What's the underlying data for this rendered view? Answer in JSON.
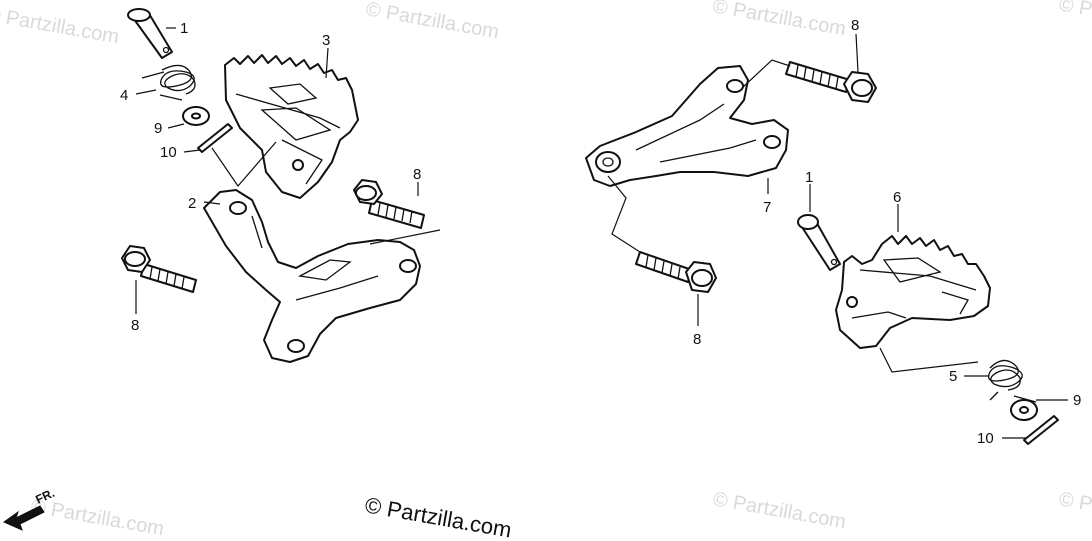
{
  "watermark": "© Partzilla.com",
  "copyright": "© Partzilla.com",
  "direction_label": "FR.",
  "callouts": {
    "c1a": "1",
    "c1b": "1",
    "c2": "2",
    "c3": "3",
    "c4": "4",
    "c5": "5",
    "c6": "6",
    "c7": "7",
    "c8a": "8",
    "c8b": "8",
    "c8c": "8",
    "c8d": "8",
    "c9a": "9",
    "c9b": "9",
    "c10a": "10",
    "c10b": "10"
  }
}
